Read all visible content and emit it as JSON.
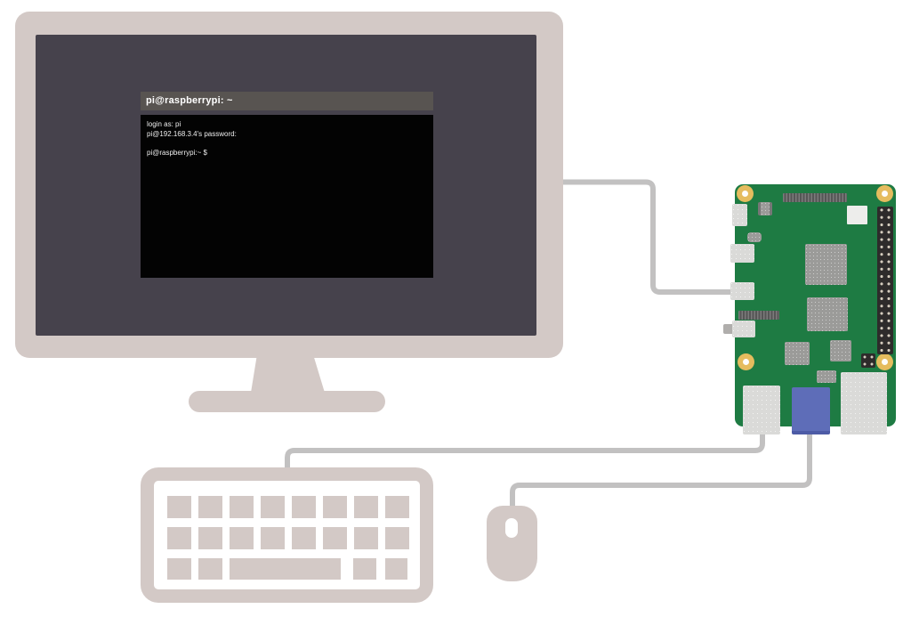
{
  "terminal": {
    "title": "pi@raspberrypi: ~",
    "lines": [
      "login as: pi",
      "pi@192.168.3.4's password:",
      "",
      "pi@raspberrypi:~ $"
    ]
  },
  "colors": {
    "device_beige": "#d3c9c6",
    "screen_dark": "#46424c",
    "titlebar_gray": "#585451",
    "terminal_black": "#030303",
    "terminal_text": "#eeeeee",
    "cable_gray": "#c2c1c1",
    "pcb_green": "#1e7b43",
    "chip_gray": "#9b9b99",
    "port_gray": "#dadad8",
    "ethernet_blue": "#5e6db8",
    "header_dark": "#2e2b2b",
    "pin_dot": "#d6cdbf",
    "mount_gold": "#e5bc5e",
    "connector_dark": "#565656",
    "background": "#ffffff"
  }
}
